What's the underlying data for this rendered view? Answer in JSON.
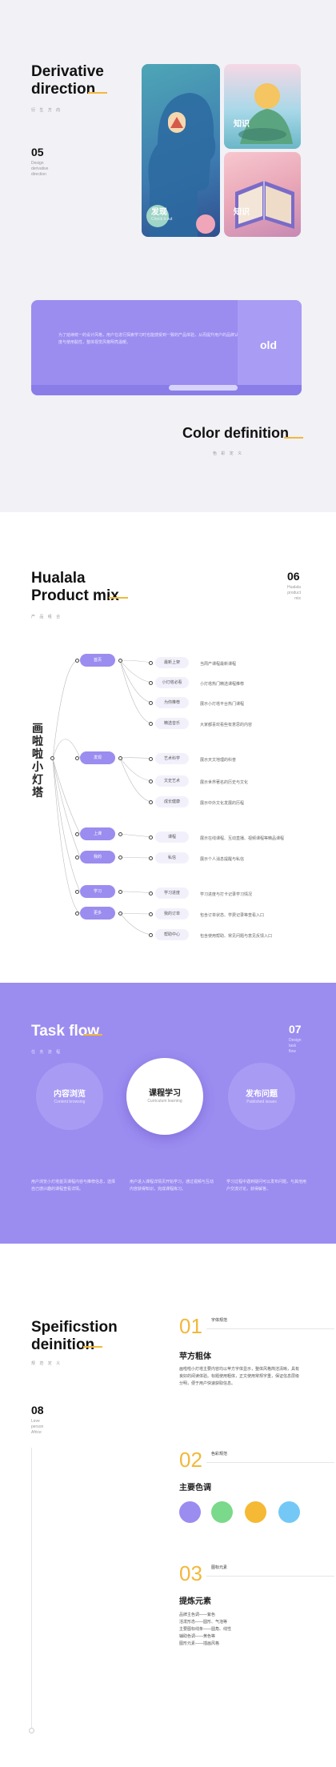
{
  "derivative": {
    "title_line1": "Derivative",
    "title_line2": "direction",
    "subtitle": "衍  生  方  向",
    "number": "05",
    "desc_line1": "Design",
    "desc_line2": "derivative",
    "desc_line3": "direction",
    "card1_label": "发现",
    "card1_sub": "Check it out",
    "card2_label": "知识",
    "card3_label": "知识",
    "banner_text": "为了延续统一的设计风格，用户在进行探索学习时也能感受到一致的产品体验，从而提升用户的品牌认知度与使用黏性，整体视觉风格明亮温暖。",
    "banner_label": "old",
    "color_title": "Color definition",
    "color_sub": "色  彩  定  义"
  },
  "product": {
    "title_line1": "Hualala",
    "title_line2": "Product mix",
    "subtitle": "产  品  组  合",
    "number": "06",
    "desc_line1": "Hualala",
    "desc_line2": "product",
    "desc_line3": "mix",
    "brand": "画啦啦小灯塔",
    "groups": [
      {
        "label": "首页",
        "children": [
          {
            "label": "最新上架",
            "leaf": "当周产课程最新课程"
          },
          {
            "label": "小灯塔必看",
            "leaf": "小灯塔热门精选课程推荐"
          },
          {
            "label": "为你推荐",
            "leaf": "展示小灯塔平台热门课程"
          },
          {
            "label": "精选音乐",
            "leaf": "大家都喜欢看些有意思的内容"
          }
        ]
      },
      {
        "label": "发现",
        "children": [
          {
            "label": "艺术科学",
            "leaf": "展示天文地理的科普"
          },
          {
            "label": "文史艺术",
            "leaf": "展示世界著名的历史与文化"
          },
          {
            "label": "成长健康",
            "leaf": "展示中外文化发展的历程"
          }
        ]
      },
      {
        "label": "上课",
        "children": [
          {
            "label": "课程",
            "leaf": "展示在线课程、互动直播、视频课程等精品课程"
          }
        ]
      },
      {
        "label": "我的",
        "children": [
          {
            "label": "私信",
            "leaf": "展示个人消息提醒与私信"
          }
        ]
      },
      {
        "label": "学习",
        "children": [
          {
            "label": "学习进度",
            "leaf": "学习进度与打卡记录学习情况"
          }
        ]
      },
      {
        "label": "更多",
        "children": [
          {
            "label": "我的订单",
            "leaf": "包含订单状态、学费记录等查看入口"
          },
          {
            "label": "帮助中心",
            "leaf": "包含使用帮助、常见问题与意见反馈入口"
          }
        ]
      }
    ]
  },
  "task": {
    "title": "Task flow",
    "subtitle": "任  务  流  程",
    "number": "07",
    "desc_line1": "Design",
    "desc_line2": "task",
    "desc_line3": "flow",
    "steps": [
      {
        "label": "内容浏览",
        "sub": "Content browsing",
        "desc": "用户浏览小灯塔首页课程内容与推荐信息，选择自己感兴趣的课程查看详情。"
      },
      {
        "label": "课程学习",
        "sub": "Curriculum learning",
        "desc": "用户进入课程详情页开始学习，通过视频与互动内容获得知识，完成课程练习。"
      },
      {
        "label": "发布问题",
        "sub": "Published issues",
        "desc": "学习过程中遇到疑问可以发布问题，与其他用户交流讨论，获得解答。"
      }
    ]
  },
  "spec": {
    "title_line1": "Speificstion",
    "title_line2": "deinition",
    "subtitle": "规  范  定  义",
    "number": "08",
    "desc_line1": "Leve",
    "desc_line2": "person",
    "desc_line3": "Africe",
    "items": [
      {
        "num": "01",
        "tag": "字体规范",
        "heading": "苹方粗体",
        "body": "画啦啦小灯塔主要内容均以苹方字体显示，整体风格简洁清晰，具有良好的阅读体验。标题使用粗体，正文使用常规字重，保证信息层级分明，便于用户快速获取信息。"
      },
      {
        "num": "02",
        "tag": "色彩规范",
        "heading": "主要色调"
      },
      {
        "num": "03",
        "tag": "图标元素",
        "heading": "提炼元素",
        "lines": [
          "品牌主色调——紫色",
          "活泼形态——圆形、气泡等",
          "主要图标线条——圆角、线性",
          "辅助色调——黄色等",
          "图形元素——插画风格"
        ]
      }
    ],
    "colors": [
      "#9b8cf0",
      "#7ad98a",
      "#f5b935",
      "#74c8f5"
    ]
  }
}
